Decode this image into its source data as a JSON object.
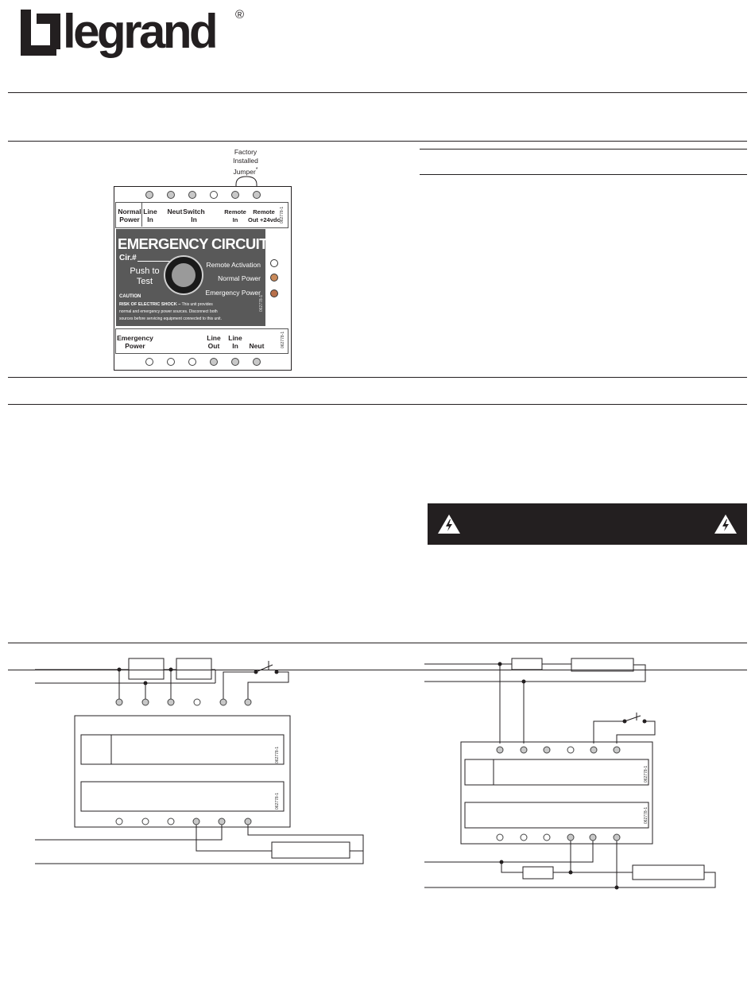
{
  "brand": {
    "name": "legrand",
    "registered": "®",
    "color": "#231f20"
  },
  "device": {
    "jumper_label": [
      "Factory",
      "Installed",
      "Jumper"
    ],
    "jumper_mark": "*",
    "top_labels": [
      {
        "line1": "Normal",
        "line2": "Power"
      },
      {
        "line1": "Line",
        "line2": "In"
      },
      {
        "line1": "Neut",
        "line2": ""
      },
      {
        "line1": "Switch",
        "line2": "In"
      },
      {
        "line1": "Remote",
        "line2": "In"
      },
      {
        "line1": "Remote",
        "line2": "Out +24vdc"
      }
    ],
    "bottom_labels": [
      {
        "line1": "Emergency",
        "line2": "Power"
      },
      {
        "line1": "Line",
        "line2": "Out"
      },
      {
        "line1": "Line",
        "line2": "In"
      },
      {
        "line1": "Neut",
        "line2": ""
      }
    ],
    "part_code": "062778-1",
    "face": {
      "title": "EMERGENCY CIRCUIT",
      "circuit": "Cir.#",
      "push_to_test": [
        "Push to",
        "Test"
      ],
      "indicators": [
        "Remote Activation",
        "Normal Power",
        "Emergency Power"
      ],
      "caution": "CAUTION",
      "warning_bold": "RISK OF ELECTRIC SHOCK –",
      "warning_text_1": "This unit provides",
      "warning_text_2": "normal and emergency power sources. Disconnect both",
      "warning_text_3": "sources before servicing equipment connected to this unit."
    },
    "colors": {
      "face": "#595959",
      "led_normal": "#c98a5a",
      "led_emergency": "#b8704a"
    }
  }
}
